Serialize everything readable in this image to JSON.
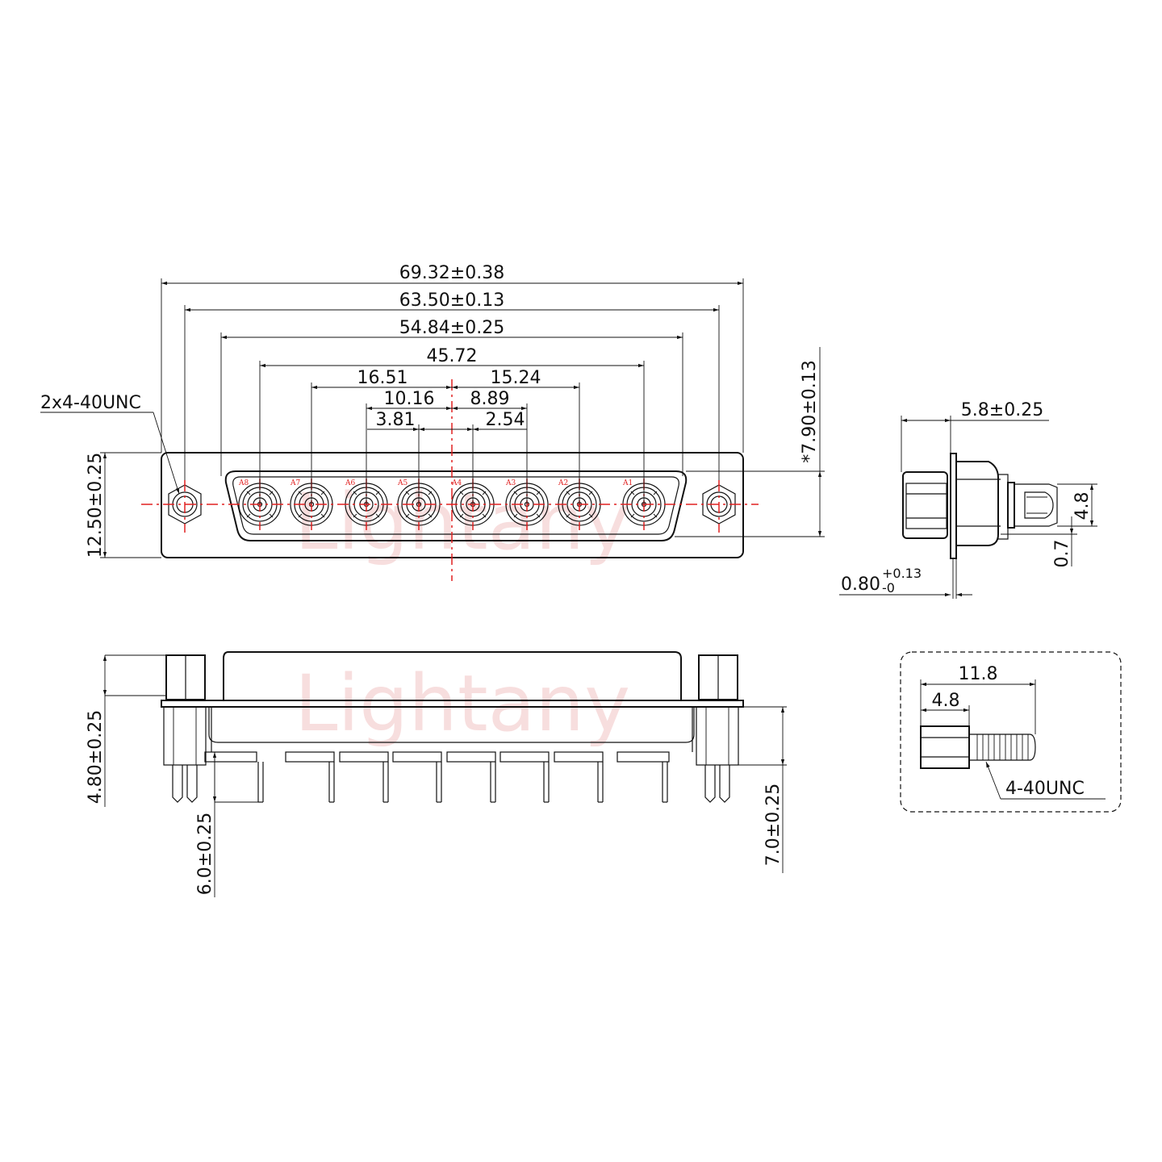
{
  "front_view": {
    "dims": {
      "overall_width": "69.32±0.38",
      "mount_hole_pitch": "63.50±0.13",
      "shell_width": "54.84±0.25",
      "contact_span": "45.72",
      "left_offset_outer": "16.51",
      "right_offset_outer": "15.24",
      "left_offset_mid": "10.16",
      "right_offset_mid": "8.89",
      "left_offset_inner": "3.81",
      "right_offset_inner": "2.54",
      "flange_height": "12.50±0.25",
      "shell_height": "*7.90±0.13",
      "thread_note": "2x4-40UNC"
    },
    "pins": [
      "A8",
      "A7",
      "A6",
      "A5",
      "A4",
      "A3",
      "A2",
      "A1"
    ]
  },
  "side_view": {
    "depth": "5.8±0.25",
    "pin_offset": "4.8",
    "pin_gap": "0.7",
    "flange_thickness_base": "0.80",
    "flange_tol_upper": "+0.13",
    "flange_tol_lower": "-0"
  },
  "bottom_view": {
    "standoff_height": "4.80±0.25",
    "pin_length_a": "6.0±0.25",
    "pin_length_b": "7.0±0.25"
  },
  "screw_detail": {
    "total_length": "11.8",
    "head_length": "4.8",
    "thread": "4-40UNC"
  },
  "watermark": "Lightany",
  "colors": {
    "line": "#111111",
    "centerline": "#e02020",
    "watermark": "#f2c4c4"
  }
}
